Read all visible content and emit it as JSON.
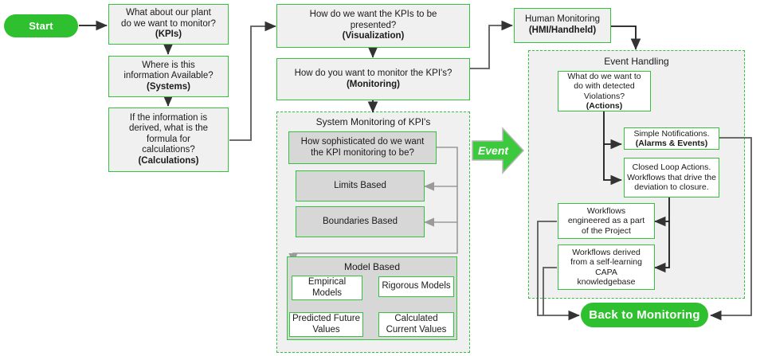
{
  "diagram": {
    "title": "KPI Monitoring and Event Handling Flowchart",
    "colors": {
      "accent_green": "#34c13d",
      "pill_green": "#2ec02e",
      "node_fill": "#f0f0f0",
      "grey_fill": "#d7d7d7",
      "white_fill": "#ffffff",
      "connector_dark": "#333333",
      "connector_light": "#9a9a9a",
      "background": "#ffffff"
    },
    "terminators": {
      "start": "Start",
      "back_to_monitoring": "Back to Monitoring"
    },
    "event_arrow": {
      "label": "Event",
      "icon": "right-arrow-icon"
    },
    "column_left": [
      {
        "id": "kpis",
        "lines": [
          "What about our plant",
          "do we want to monitor?"
        ],
        "tag": "(KPIs)"
      },
      {
        "id": "systems",
        "lines": [
          "Where is this",
          "information Available?"
        ],
        "tag": "(Systems)"
      },
      {
        "id": "calculations",
        "lines": [
          "If the information is",
          "derived, what is the",
          "formula for",
          "calculations?"
        ],
        "tag": "(Calculations)"
      }
    ],
    "column_middle": [
      {
        "id": "visualization",
        "lines": [
          "How do we want the KPIs to be",
          "presented?"
        ],
        "tag": "(Visualization)"
      },
      {
        "id": "monitoring",
        "lines": [
          "How do you want to monitor the KPI's?"
        ],
        "tag": "(Monitoring)"
      }
    ],
    "system_monitoring_group": {
      "title": "System Monitoring of KPI's",
      "question": {
        "id": "sophistication",
        "lines": [
          "How sophisticated do we want",
          "the KPI monitoring to be?"
        ],
        "tag": ""
      },
      "options": [
        {
          "id": "limits-based",
          "label": "Limits Based"
        },
        {
          "id": "boundaries-based",
          "label": "Boundaries Based"
        }
      ],
      "model_based": {
        "title": "Model Based",
        "items": [
          {
            "id": "empirical-models",
            "lines": [
              "Empirical",
              "Models"
            ]
          },
          {
            "id": "rigorous-models",
            "lines": [
              "Rigorous Models"
            ]
          },
          {
            "id": "predicted-future-values",
            "lines": [
              "Predicted Future",
              "Values"
            ]
          },
          {
            "id": "calculated-current-values",
            "lines": [
              "Calculated",
              "Current Values"
            ]
          }
        ]
      }
    },
    "human_monitoring": {
      "id": "human-monitoring",
      "lines": [
        "Human Monitoring"
      ],
      "tag": "(HMI/Handheld)"
    },
    "event_handling_group": {
      "title": "Event Handling",
      "question": {
        "id": "actions",
        "lines": [
          "What do we want to",
          "do with detected",
          "Violations?"
        ],
        "tag": "(Actions)"
      },
      "actions": [
        {
          "id": "simple-notifications",
          "lines": [
            "Simple Notifications."
          ],
          "tag": "(Alarms & Events)"
        },
        {
          "id": "closed-loop-actions",
          "lines": [
            "Closed Loop Actions.",
            "Workflows that drive the",
            "deviation to closure."
          ],
          "tag": ""
        }
      ],
      "workflows": [
        {
          "id": "workflows-engineered",
          "lines": [
            "Workflows",
            "engineered as a part",
            "of the Project"
          ],
          "tag": ""
        },
        {
          "id": "workflows-capa",
          "lines": [
            "Workflows derived",
            "from a self-learning",
            "CAPA",
            "knowledgebase"
          ],
          "tag": ""
        }
      ]
    }
  }
}
